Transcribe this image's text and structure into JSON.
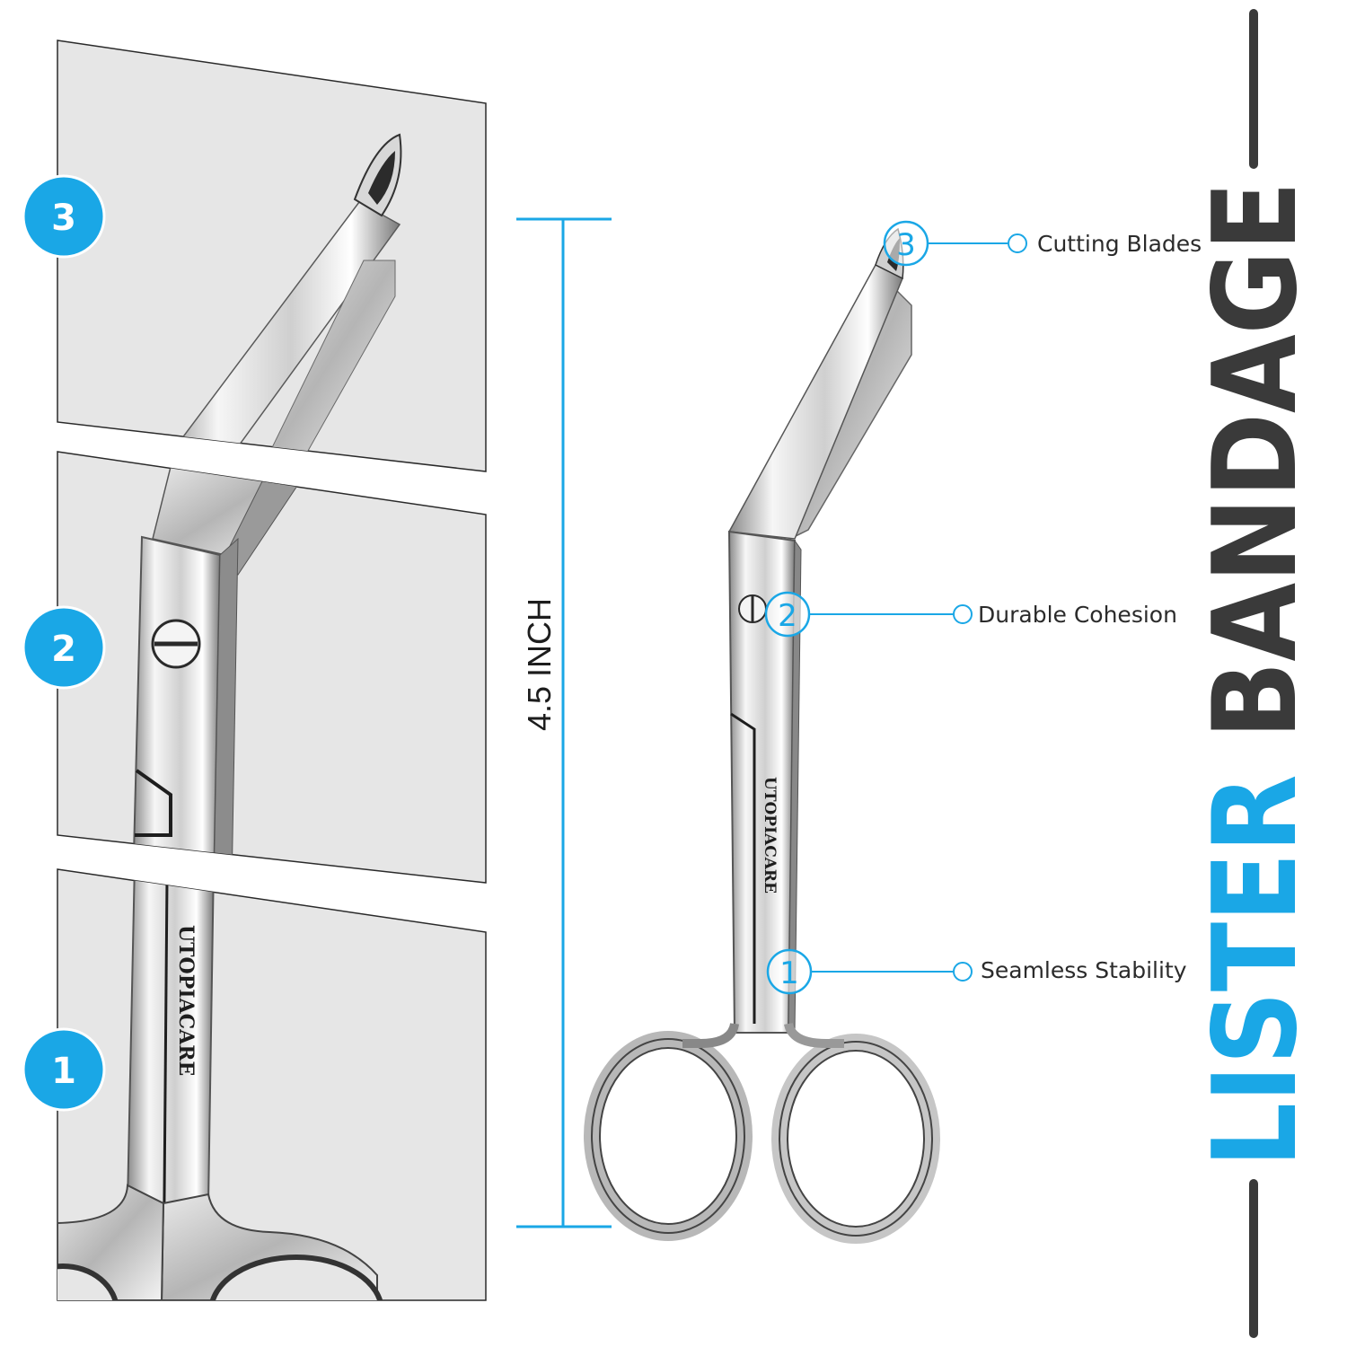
{
  "colors": {
    "accent": "#1aa7e6",
    "dark": "#3a3a3a",
    "panel": "#e6e6e6",
    "steel_light": "#f2f2f2",
    "steel_dark": "#6e6e6e"
  },
  "zoom_panels": [
    {
      "number": "3"
    },
    {
      "number": "2"
    },
    {
      "number": "1"
    }
  ],
  "measurement": {
    "label": "4.5 INCH"
  },
  "brand_engraving": "UTOPIACARE",
  "callouts": [
    {
      "number": "3",
      "label": "Cutting Blades"
    },
    {
      "number": "2",
      "label": "Durable Cohesion"
    },
    {
      "number": "1",
      "label": "Seamless Stability"
    }
  ],
  "title": {
    "word1": "LISTER",
    "word2": "BANDAGE"
  }
}
